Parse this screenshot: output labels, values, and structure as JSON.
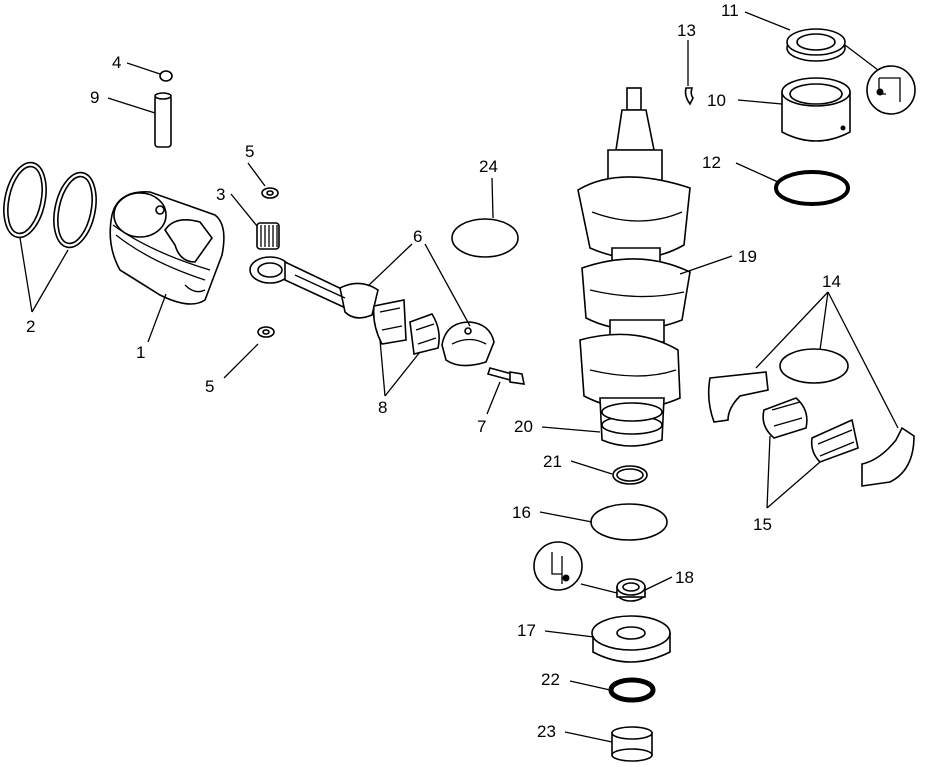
{
  "callouts": {
    "c1": "1",
    "c2": "2",
    "c3": "3",
    "c4": "4",
    "c5a": "5",
    "c5b": "5",
    "c6": "6",
    "c7": "7",
    "c8": "8",
    "c9": "9",
    "c10": "10",
    "c11": "11",
    "c12": "12",
    "c13": "13",
    "c14": "14",
    "c15": "15",
    "c16": "16",
    "c17": "17",
    "c18": "18",
    "c19": "19",
    "c20": "20",
    "c21": "21",
    "c22": "22",
    "c23": "23",
    "c24": "24"
  }
}
